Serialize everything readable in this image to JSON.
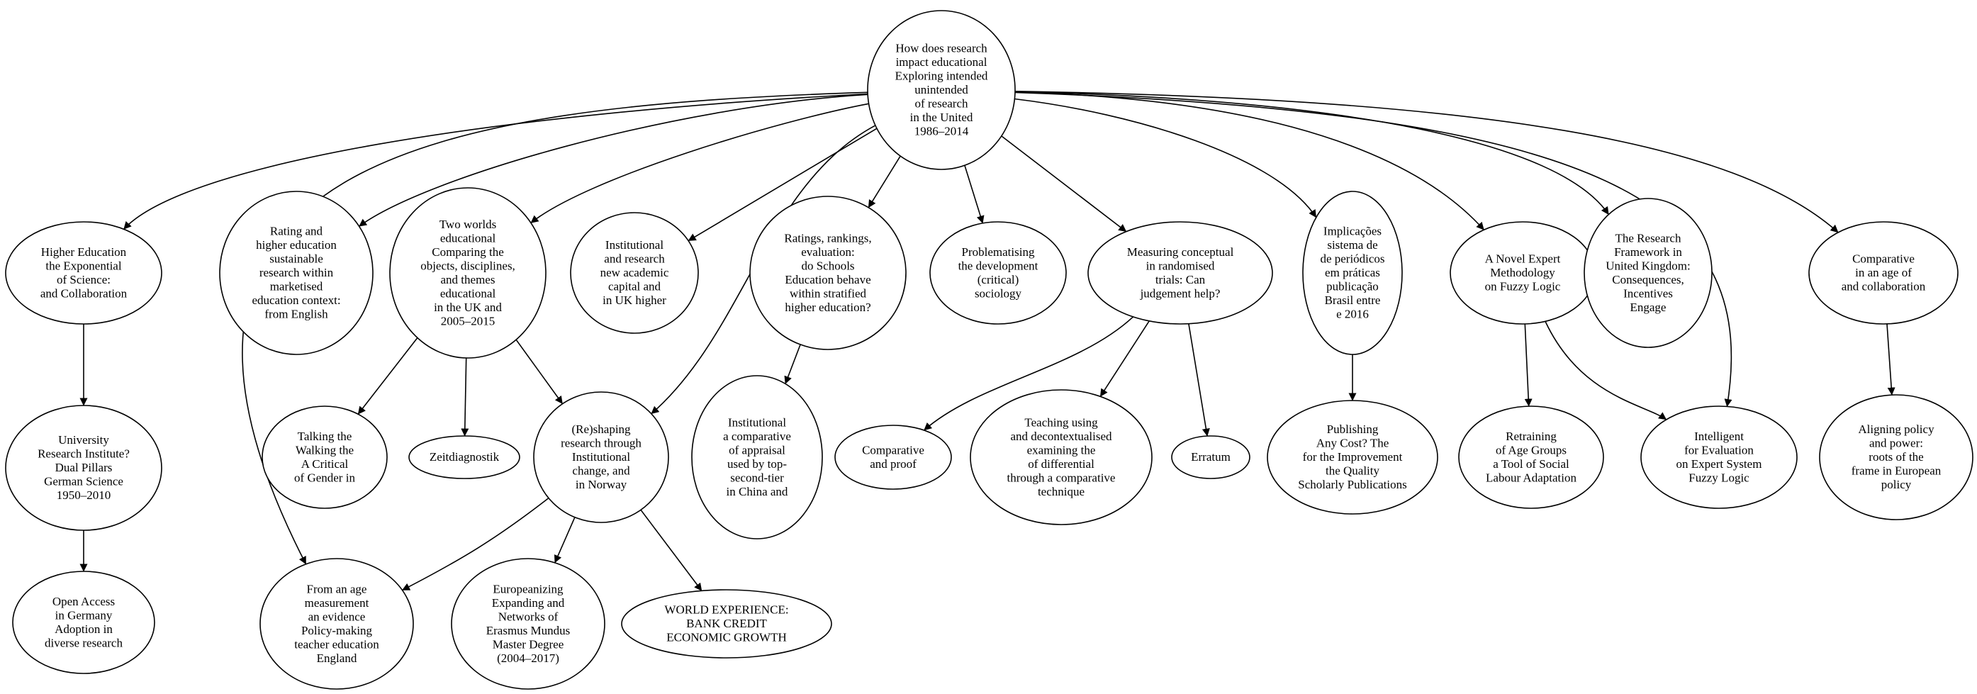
{
  "nodes": [
    {
      "id": "root",
      "lines": [
        "How does research",
        "impact educational",
        "Exploring intended",
        "unintended",
        "of research",
        "in the United",
        "1986–2014"
      ]
    },
    {
      "id": "higher_ed",
      "lines": [
        "Higher Education",
        "the Exponential",
        "of Science:",
        "and Collaboration"
      ]
    },
    {
      "id": "rating_he",
      "lines": [
        "Rating and",
        "higher education",
        "sustainable",
        "research within",
        "marketised",
        "education context:",
        "from English"
      ]
    },
    {
      "id": "two_worlds",
      "lines": [
        "Two worlds",
        "educational",
        "Comparing the",
        "objects, disciplines,",
        "and themes",
        "educational",
        "in the UK and",
        "2005–2015"
      ]
    },
    {
      "id": "institutional_research",
      "lines": [
        "Institutional",
        "and research",
        "new academic",
        "capital and",
        "in UK higher"
      ]
    },
    {
      "id": "ratings_rankings",
      "lines": [
        "Ratings, rankings,",
        "evaluation:",
        "do Schools",
        "Education behave",
        "within stratified",
        "higher education?"
      ]
    },
    {
      "id": "problematising",
      "lines": [
        "Problematising",
        "the development",
        "(critical)",
        "sociology"
      ]
    },
    {
      "id": "measuring",
      "lines": [
        "Measuring conceptual",
        "in randomised",
        "trials: Can",
        "judgement help?"
      ]
    },
    {
      "id": "implicacoes",
      "lines": [
        "Implicações",
        "sistema de",
        "de periódicos",
        "em práticas",
        "publicação",
        "Brasil entre",
        "e 2016"
      ]
    },
    {
      "id": "novel_expert",
      "lines": [
        "A Novel Expert",
        "Methodology",
        "on Fuzzy Logic"
      ]
    },
    {
      "id": "research_framework",
      "lines": [
        "The Research",
        "Framework in",
        "United Kingdom:",
        "Consequences,",
        "Incentives",
        "Engage"
      ]
    },
    {
      "id": "comparative_age",
      "lines": [
        "Comparative",
        "in an age of",
        "and collaboration"
      ]
    },
    {
      "id": "university_institute",
      "lines": [
        "University",
        "Research Institute?",
        "Dual Pillars",
        "German Science",
        "1950–2010"
      ]
    },
    {
      "id": "open_access",
      "lines": [
        "Open Access",
        "in Germany",
        "Adoption in",
        "diverse research"
      ]
    },
    {
      "id": "talking_walking",
      "lines": [
        "Talking the",
        "Walking the",
        "A Critical",
        "of Gender in"
      ]
    },
    {
      "id": "zeitdiagnostik",
      "lines": [
        "Zeitdiagnostik"
      ]
    },
    {
      "id": "reshaping",
      "lines": [
        "(Re)shaping",
        "research through",
        "Institutional",
        "change, and",
        "in Norway"
      ]
    },
    {
      "id": "institutional_comparative",
      "lines": [
        "Institutional",
        "a comparative",
        "of appraisal",
        "used by top-",
        "second-tier",
        "in China and"
      ]
    },
    {
      "id": "comparative_proof",
      "lines": [
        "Comparative",
        "and proof"
      ]
    },
    {
      "id": "teaching_using",
      "lines": [
        "Teaching using",
        "and decontextualised",
        "examining the",
        "of differential",
        "through a comparative",
        "technique"
      ]
    },
    {
      "id": "erratum",
      "lines": [
        "Erratum"
      ]
    },
    {
      "id": "publishing",
      "lines": [
        "Publishing",
        "Any Cost? The",
        "for the Improvement",
        "the Quality",
        "Scholarly Publications"
      ]
    },
    {
      "id": "retraining",
      "lines": [
        "Retraining",
        "of Age Groups",
        "a Tool of Social",
        "Labour Adaptation"
      ]
    },
    {
      "id": "intelligent",
      "lines": [
        "Intelligent",
        "for Evaluation",
        "on Expert System",
        "Fuzzy Logic"
      ]
    },
    {
      "id": "aligning",
      "lines": [
        "Aligning policy",
        "and power:",
        "roots of the",
        "frame in European",
        "policy"
      ]
    },
    {
      "id": "from_age",
      "lines": [
        "From an age",
        "measurement",
        "an evidence",
        "Policy-making",
        "teacher education",
        "England"
      ]
    },
    {
      "id": "europeanizing",
      "lines": [
        "Europeanizing",
        "Expanding and",
        "Networks of",
        "Erasmus Mundus",
        "Master Degree",
        "(2004–2017)"
      ]
    },
    {
      "id": "world_experience",
      "lines": [
        "WORLD EXPERIENCE:",
        "BANK CREDIT",
        "ECONOMIC GROWTH"
      ]
    }
  ],
  "edges": [
    [
      "root",
      "higher_ed"
    ],
    [
      "root",
      "rating_he"
    ],
    [
      "root",
      "two_worlds"
    ],
    [
      "root",
      "institutional_research"
    ],
    [
      "root",
      "ratings_rankings"
    ],
    [
      "root",
      "problematising"
    ],
    [
      "root",
      "measuring"
    ],
    [
      "root",
      "implicacoes"
    ],
    [
      "root",
      "novel_expert"
    ],
    [
      "root",
      "research_framework"
    ],
    [
      "root",
      "comparative_age"
    ],
    [
      "root",
      "from_age"
    ],
    [
      "root",
      "reshaping"
    ],
    [
      "root",
      "intelligent"
    ],
    [
      "higher_ed",
      "university_institute"
    ],
    [
      "university_institute",
      "open_access"
    ],
    [
      "two_worlds",
      "talking_walking"
    ],
    [
      "two_worlds",
      "zeitdiagnostik"
    ],
    [
      "two_worlds",
      "reshaping"
    ],
    [
      "ratings_rankings",
      "institutional_comparative"
    ],
    [
      "measuring",
      "comparative_proof"
    ],
    [
      "measuring",
      "teaching_using"
    ],
    [
      "measuring",
      "erratum"
    ],
    [
      "implicacoes",
      "publishing"
    ],
    [
      "novel_expert",
      "retraining"
    ],
    [
      "novel_expert",
      "intelligent"
    ],
    [
      "comparative_age",
      "aligning"
    ],
    [
      "reshaping",
      "from_age"
    ],
    [
      "reshaping",
      "europeanizing"
    ],
    [
      "reshaping",
      "world_experience"
    ]
  ]
}
